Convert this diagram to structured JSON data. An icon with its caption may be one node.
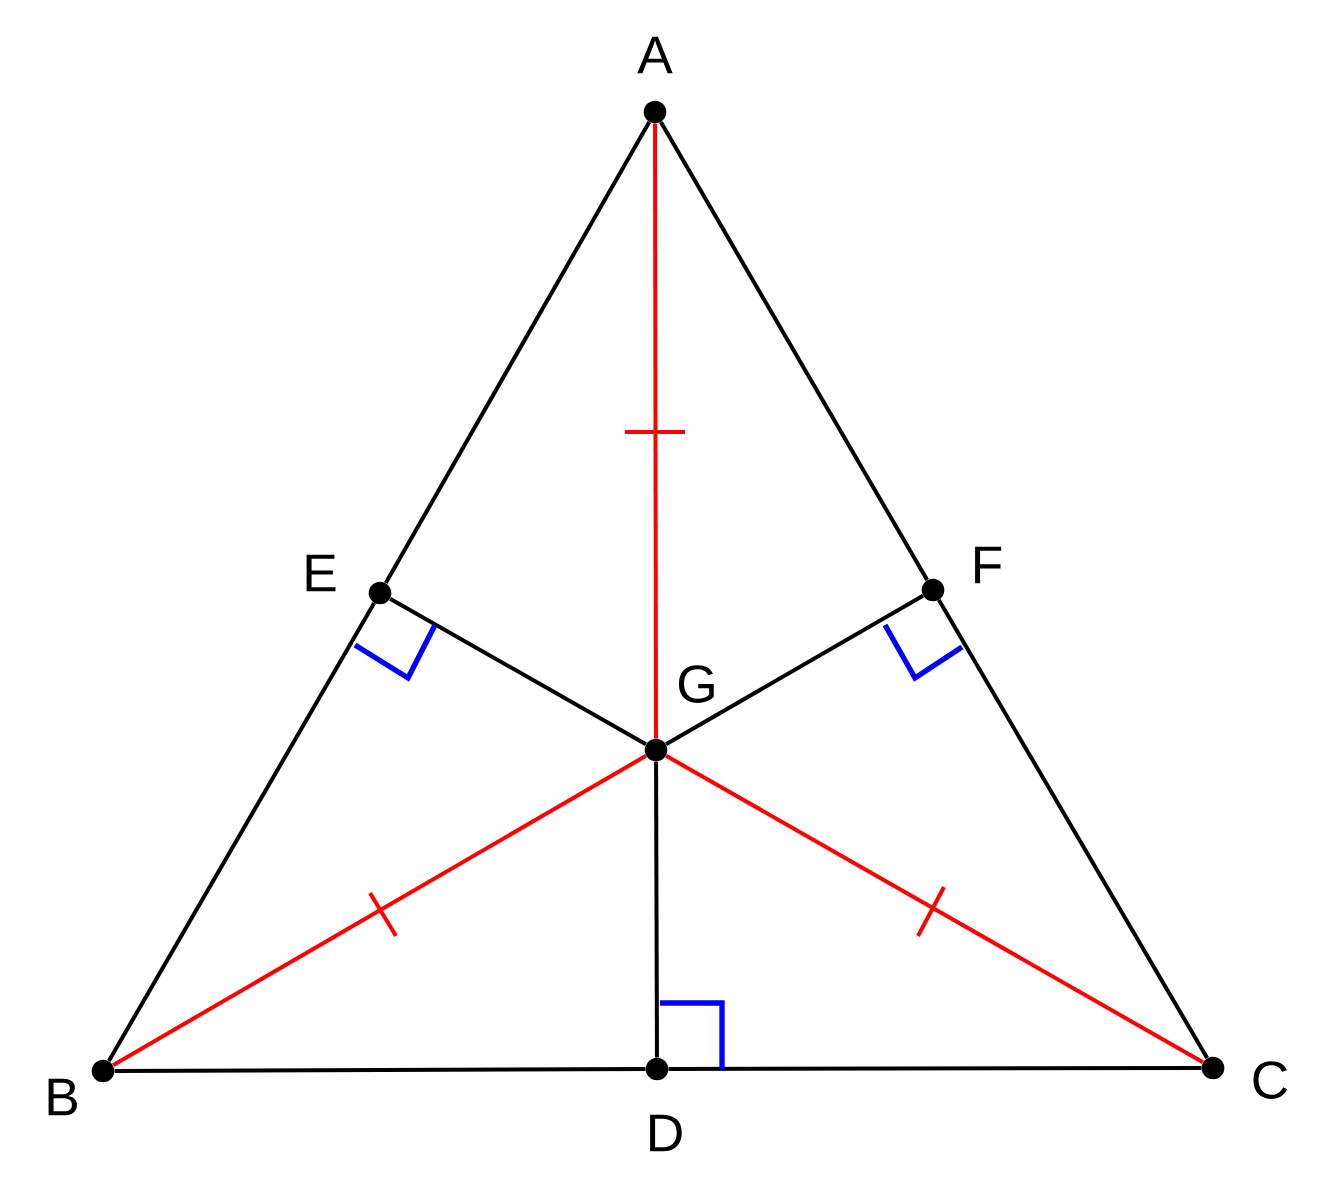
{
  "diagram": {
    "nodes": [
      {
        "text": [
          "A"
        ]
      },
      {
        "text": [
          "B"
        ]
      },
      {
        "text": [
          "C"
        ]
      },
      {
        "text": [
          "D"
        ]
      },
      {
        "text": [
          "E"
        ]
      },
      {
        "text": [
          "F"
        ]
      },
      {
        "text": [
          "G"
        ]
      }
    ],
    "edges": [
      {
        "from": 0,
        "to": 4,
        "arrow": "none"
      },
      {
        "from": 4,
        "to": 1,
        "arrow": "none"
      },
      {
        "from": 0,
        "to": 5,
        "arrow": "none"
      },
      {
        "from": 5,
        "to": 2,
        "arrow": "none"
      },
      {
        "from": 1,
        "to": 3,
        "arrow": "none"
      },
      {
        "from": 3,
        "to": 2,
        "arrow": "none"
      },
      {
        "from": 6,
        "to": 4,
        "arrow": "none"
      },
      {
        "from": 6,
        "to": 5,
        "arrow": "none"
      },
      {
        "from": 6,
        "to": 3,
        "arrow": "none"
      },
      {
        "from": 0,
        "to": 6,
        "arrow": "none",
        "color": "#ff0000"
      },
      {
        "from": 1,
        "to": 6,
        "arrow": "none",
        "color": "#ff0000"
      },
      {
        "from": 2,
        "to": 6,
        "arrow": "none",
        "color": "#ff0000"
      }
    ]
  }
}
